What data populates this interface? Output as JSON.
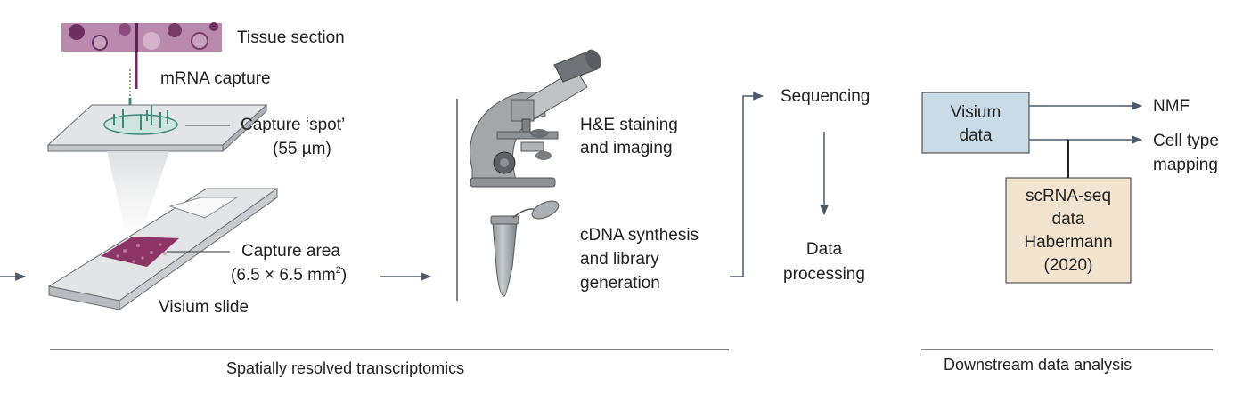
{
  "srt": {
    "tissue_section": "Tissue section",
    "mrna_capture": "mRNA capture",
    "capture_spot_line1": "Capture ‘spot’",
    "capture_spot_line2": "(55 µm)",
    "capture_area_line1": "Capture area",
    "capture_area_line2_main": "(6.5 × 6.5 mm",
    "capture_area_line2_sup": "2",
    "capture_area_line2_end": ")",
    "visium_slide": "Visium slide",
    "he_line1": "H&E staining",
    "he_line2": "and imaging",
    "cdna_line1": "cDNA synthesis",
    "cdna_line2": "and library",
    "cdna_line3": "generation",
    "sequencing": "Sequencing",
    "data_processing_line1": "Data",
    "data_processing_line2": "processing",
    "section_caption": "Spatially resolved transcriptomics"
  },
  "downstream": {
    "visium_data_line1": "Visium",
    "visium_data_line2": "data",
    "nmf": "NMF",
    "cell_type_line1": "Cell type",
    "cell_type_line2": "mapping",
    "scrna_line1": "scRNA-seq",
    "scrna_line2": "data",
    "scrna_line3": "Habermann",
    "scrna_line4": "(2020)",
    "section_caption": "Downstream data analysis"
  },
  "colors": {
    "visium_box_fill": "#c9dbe6",
    "scrna_box_fill": "#f3e4d0",
    "tissue_purple": "#7a3a6a",
    "capture_area": "#8c3566",
    "arrow": "#4a5a6a",
    "slide_gray": "#e2e4e6",
    "microscope_gray": "#9a9c9f"
  }
}
